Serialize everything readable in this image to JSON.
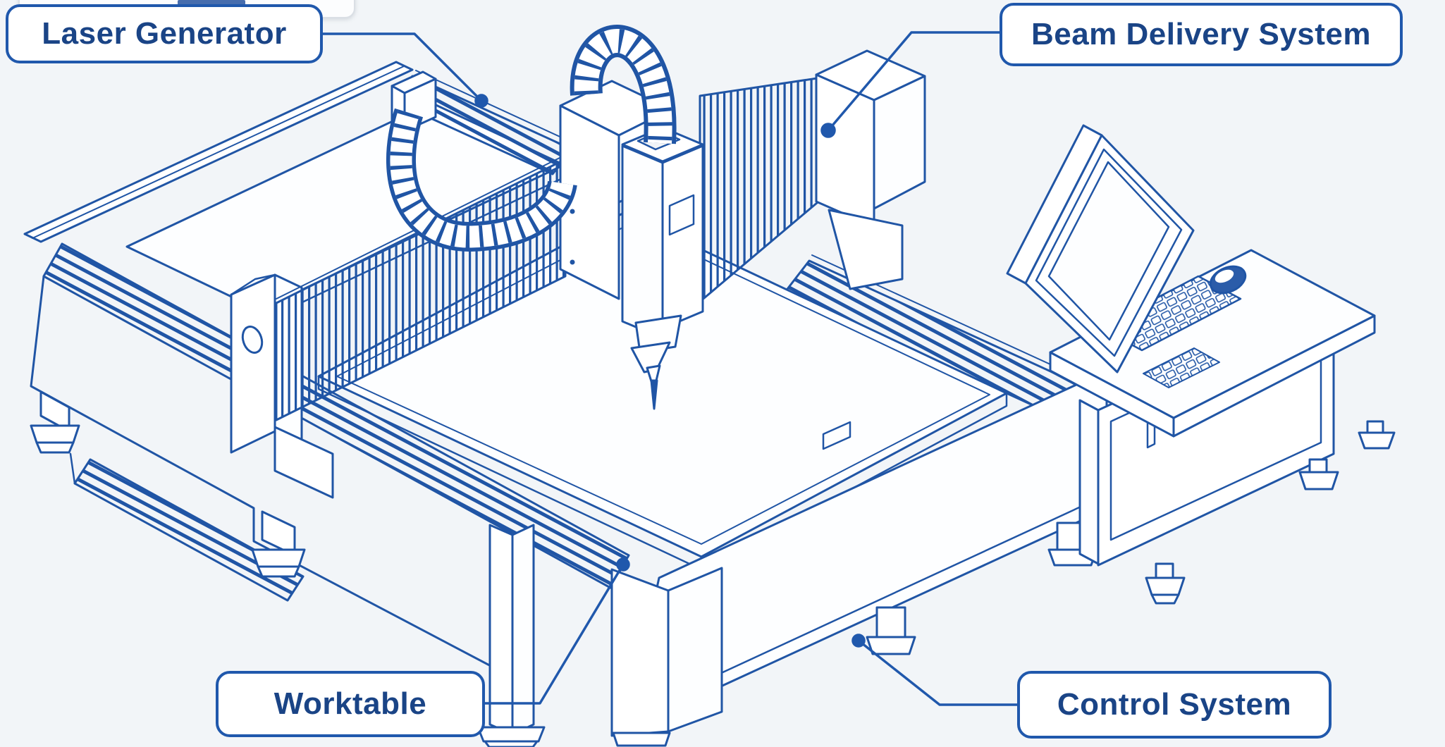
{
  "page": {
    "type": "technical-diagram",
    "subject": "Isometric line drawing of a CNC laser cutting machine with labeled components"
  },
  "labels": {
    "laser_generator": "Laser Generator",
    "beam_delivery_system": "Beam Delivery System",
    "worktable": "Worktable",
    "control_system": "Control System"
  },
  "colors": {
    "background": "#f2f5f8",
    "line_blue": "#2055a5",
    "label_border": "#2058ac",
    "label_text": "#1a4486",
    "label_background": "#ffffff"
  },
  "components": [
    "laser-generator-rail",
    "beam-delivery-gantry-pillar",
    "worktable-plate",
    "machine-base",
    "gantry-bellows",
    "cable-chain-arch",
    "cable-chain-drape",
    "laser-cutting-head",
    "control-console",
    "monitor",
    "keyboard",
    "trackball",
    "cabinet-door"
  ]
}
